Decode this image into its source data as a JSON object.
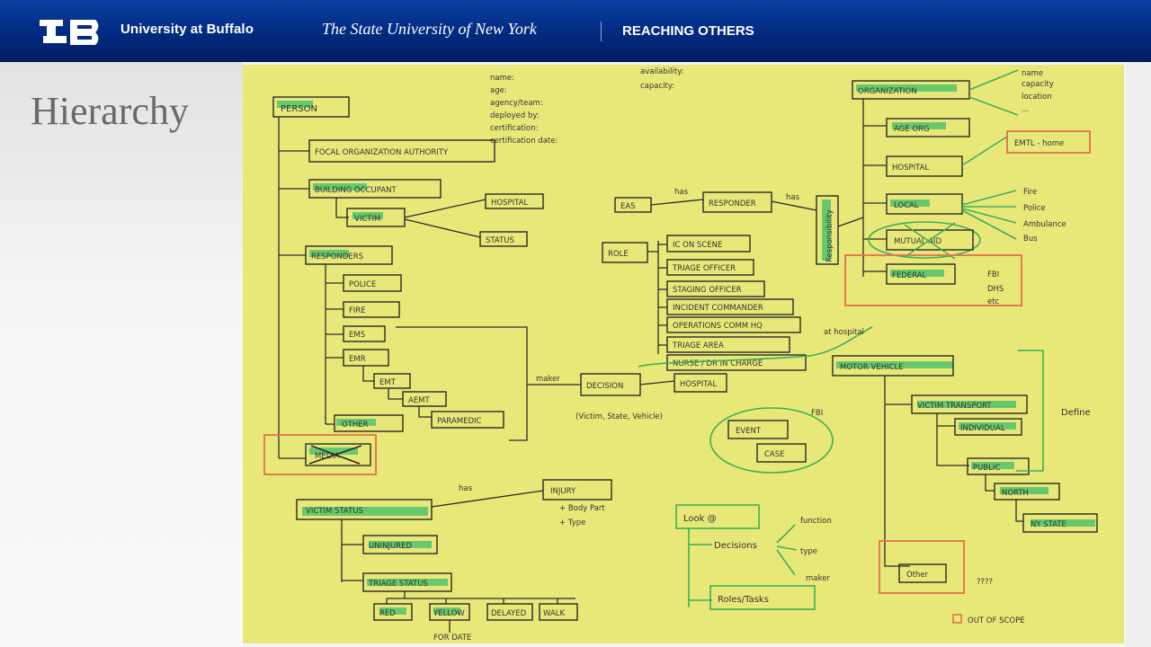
{
  "header": {
    "university_name": "University at Buffalo",
    "university_subtitle": "The State University of New York",
    "tagline": "REACHING OTHERS",
    "bg_color": "#022a80"
  },
  "slide": {
    "title": "Hierarchy"
  },
  "figure": {
    "kind": "photo of hand-drawn hierarchy diagram on yellow paper",
    "paper_color": "#ecec7c",
    "highlighter_color": "#3dbd6b",
    "marker_color": "#e2704f",
    "person_tree": {
      "root": "PERSON",
      "attributes": [
        "name:",
        "age:",
        "agency/team:",
        "deployed by:",
        "certification:",
        "certification date:"
      ],
      "children": [
        "FOCAL ORGANIZATION AUTHORITY",
        "BUILDING OCCUPANT",
        "RESPONDERS",
        "MEDIA"
      ],
      "building_occupant_child": "VICTIM",
      "victim_links": [
        "HOSPITAL",
        "STATUS"
      ],
      "responders": [
        "POLICE",
        "FIRE",
        "EMS",
        "EMR",
        "EMT",
        "AEMT",
        "PARAMEDIC",
        "OTHER"
      ]
    },
    "organization_tree": {
      "root": "ORGANIZATION",
      "attributes": [
        "availability:",
        "capacity:"
      ],
      "note_attrs": [
        "name",
        "capacity",
        "location",
        "..."
      ],
      "children": [
        "AGE ORG",
        "HOSPITAL",
        "LOCAL",
        "MUTUAL AID",
        "FEDERAL"
      ],
      "hospital_note": "EMTL - home",
      "local_items": [
        "Fire",
        "Police",
        "Ambulance",
        "Bus"
      ],
      "federal_items": [
        "FBI",
        "DHS",
        "etc"
      ],
      "vertical_label": "Responsibility"
    },
    "role_tree": {
      "root": "ROLE",
      "items": [
        "IC ON SCENE",
        "TRIAGE OFFICER",
        "STAGING OFFICER",
        "INCIDENT COMMANDER",
        "OPERATIONS COMM HQ",
        "TRIAGE AREA",
        "NURSE / DR IN CHARGE"
      ],
      "other": [
        "EAS",
        "RESPONDER",
        "has"
      ],
      "hospital_note": "at hospital"
    },
    "decision": {
      "label": "DECISION",
      "maker": "maker",
      "target": "HOSPITAL",
      "note": "(Victim, State, Vehicle)"
    },
    "event": {
      "items": [
        "EVENT",
        "CASE"
      ],
      "note": "FBI"
    },
    "motor_vehicle": {
      "root": "MOTOR VEHICLE",
      "children": [
        "VICTIM TRANSPORT",
        "INDIVIDUAL",
        "PUBLIC",
        "NORTH",
        "NY STATE"
      ],
      "side_note": "Define",
      "other": "Other"
    },
    "victim_status": {
      "root": "VICTIM STATUS",
      "has": "has",
      "injury": "INJURY",
      "injury_attrs": [
        "+ Body Part",
        "+ Type"
      ],
      "children": [
        "UNINJURED",
        "TRIAGE STATUS"
      ],
      "triage": [
        "RED",
        "YELLOW",
        "DELAYED",
        "WALK"
      ],
      "footer": "FOR DATE"
    },
    "look_at": {
      "label": "Look @",
      "items": [
        "Decisions",
        "Roles/Tasks"
      ],
      "decision_attrs": [
        "function",
        "type",
        "maker"
      ]
    },
    "legend": {
      "marker": "OUT OF SCOPE",
      "question": "????"
    }
  }
}
